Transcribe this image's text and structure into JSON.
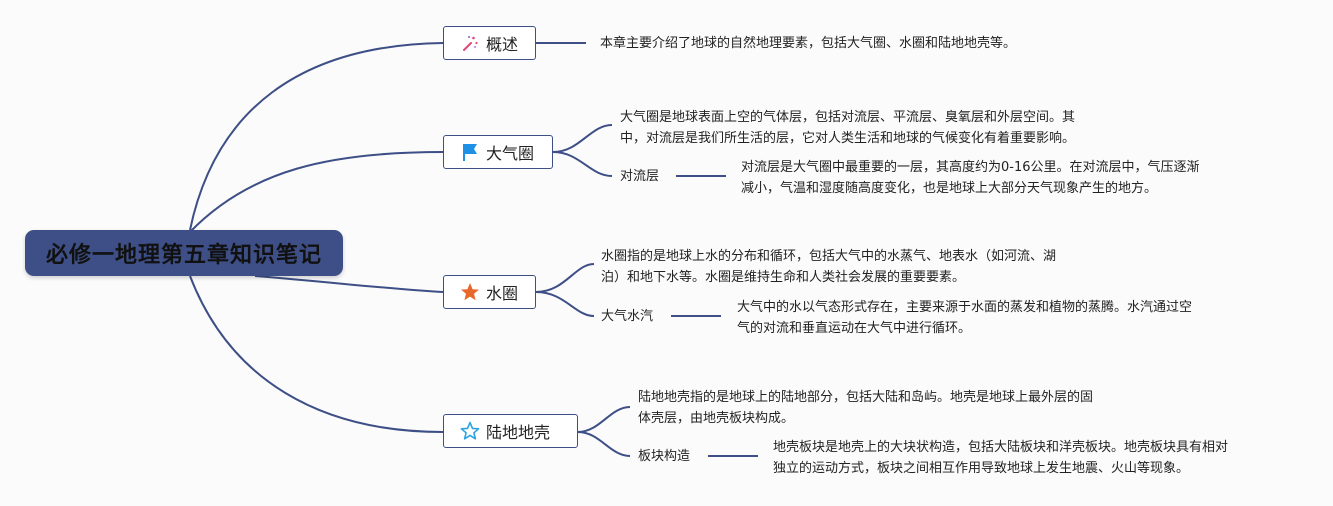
{
  "root": {
    "title": "必修一地理第五章知识笔记"
  },
  "branches": [
    {
      "label": "概述",
      "icon": "magic-wand-icon",
      "note": "本章主要介绍了地球的自然地理要素，包括大气圈、水圈和陆地地壳等。"
    },
    {
      "label": "大气圈",
      "icon": "blue-flag-icon",
      "note": "大气圈是地球表面上空的气体层，包括对流层、平流层、臭氧层和外层空间。其\n中，对流层是我们所生活的层，它对人类生活和地球的气候变化有着重要影响。",
      "sub": {
        "label": "对流层",
        "note": "对流层是大气圈中最重要的一层，其高度约为0-16公里。在对流层中，气压逐渐\n减小，气温和湿度随高度变化，也是地球上大部分天气现象产生的地方。"
      }
    },
    {
      "label": "水圈",
      "icon": "orange-star-icon",
      "note": "水圈指的是地球上水的分布和循环，包括大气中的水蒸气、地表水（如河流、湖\n泊）和地下水等。水圈是维持生命和人类社会发展的重要要素。",
      "sub": {
        "label": "大气水汽",
        "note": "大气中的水以气态形式存在，主要来源于水面的蒸发和植物的蒸腾。水汽通过空\n气的对流和垂直运动在大气中进行循环。"
      }
    },
    {
      "label": "陆地地壳",
      "icon": "outline-star-icon",
      "note": "陆地地壳指的是地球上的陆地部分，包括大陆和岛屿。地壳是地球上最外层的固\n体壳层，由地壳板块构成。",
      "sub": {
        "label": "板块构造",
        "note": "地壳板块是地壳上的大块状构造，包括大陆板块和洋壳板块。地壳板块具有相对\n独立的运动方式，板块之间相互作用导致地球上发生地震、火山等现象。"
      }
    }
  ],
  "colors": {
    "line": "#3d4f86",
    "root_fill": "#3d4f86",
    "flag": "#1e90e6",
    "star": "#e8672a",
    "outline_star": "#2aa3e0",
    "wand": "#e0457b"
  }
}
